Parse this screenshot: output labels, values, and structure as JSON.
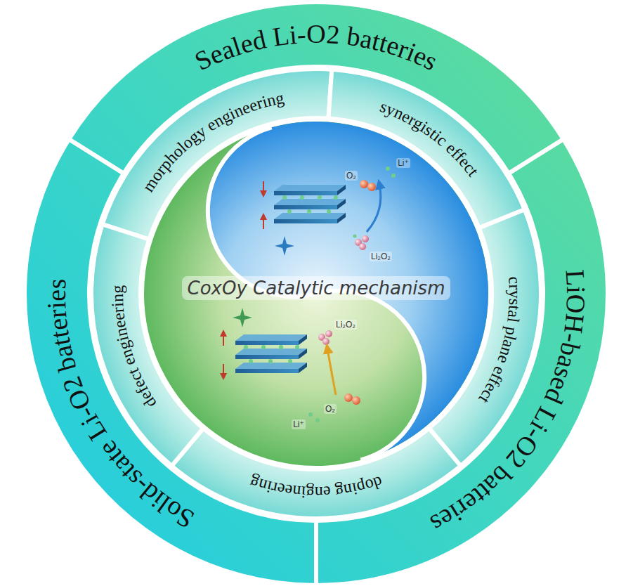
{
  "diagram": {
    "nodes": [
      {
        "text": [
          "Sealed Li-O2 batteries"
        ]
      },
      {
        "text": [
          "LiOH-based Li-O2 batteries"
        ]
      },
      {
        "text": [
          "Solid-state Li-O2 batteries"
        ]
      },
      {
        "text": [
          "morphology engineering"
        ]
      },
      {
        "text": [
          "synergistic effect"
        ]
      },
      {
        "text": [
          "crystal plane effect"
        ]
      },
      {
        "text": [
          "doping engineering"
        ]
      },
      {
        "text": [
          "defect engineering"
        ]
      },
      {
        "text": [
          "CoxOy Catalytic mechanism"
        ]
      }
    ],
    "labels": [
      "Li⁺",
      "O₂",
      "Li₂O₂",
      "Li₂O₂",
      "O₂",
      "Li⁺"
    ]
  }
}
